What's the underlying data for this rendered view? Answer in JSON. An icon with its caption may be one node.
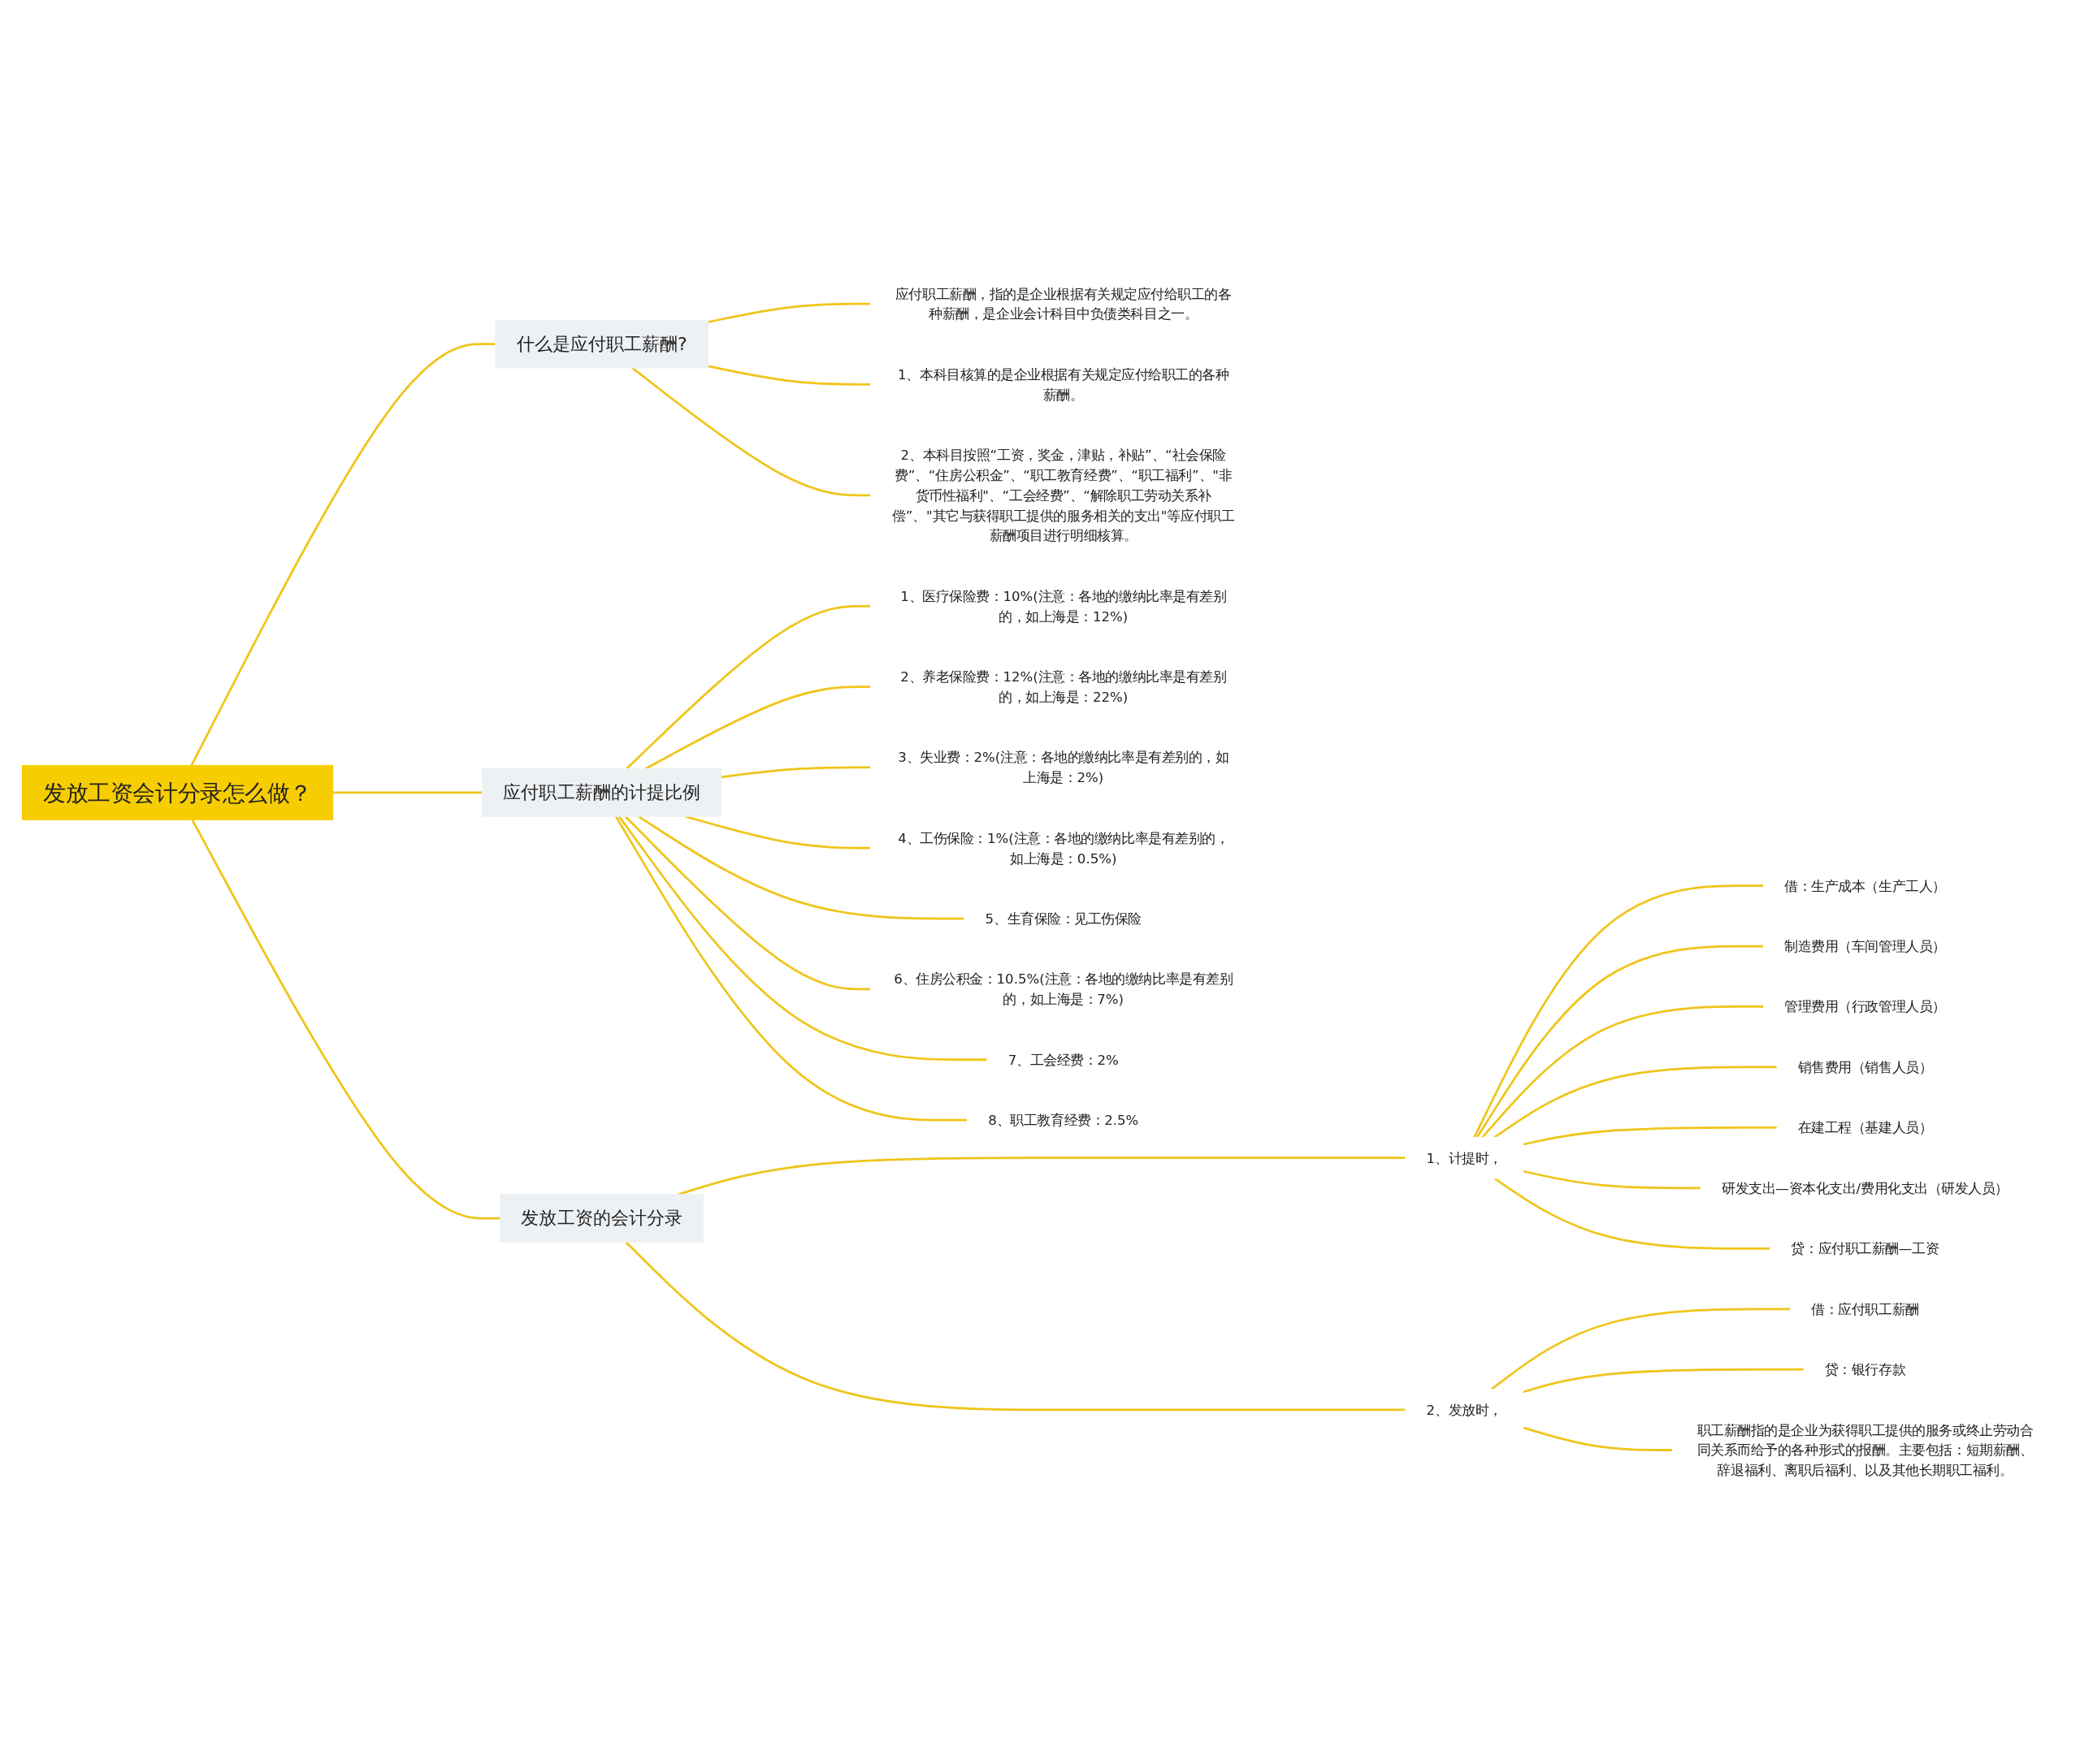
{
  "diagram": {
    "nodes": [
      {
        "text": [
          "发放工资会计分录怎么做？"
        ]
      },
      {
        "text": [
          "什么是应付职工薪酬?"
        ]
      },
      {
        "text": [
          "应付职工薪酬，指的是企业根据有关规定应付给职工的各种薪酬，是企业会计科目中负债类科目之一。"
        ]
      },
      {
        "text": [
          "1、本科目核算的是企业根据有关规定应付给职工的各种薪酬。"
        ]
      },
      {
        "text": [
          "2、本科目按照“工资，奖金，津贴，补贴”、“社会保险费”、“住房公积金”、“职工教育经费”、“职工福利”、\"非货币性福利\"、“工会经费”、“解除职工劳动关系补偿”、\"其它与获得职工提供的服务相关的支出\"等应付职工薪酬项目进行明细核算。"
        ]
      },
      {
        "text": [
          "发放工资的会计分录"
        ]
      },
      {
        "text": [
          "1、计提时，"
        ]
      },
      {
        "text": [
          "借：生产成本（生产工人）"
        ]
      },
      {
        "text": [
          "制造费用（车间管理人员）"
        ]
      },
      {
        "text": [
          "管理费用（行政管理人员）"
        ]
      },
      {
        "text": [
          "销售费用（销售人员）"
        ]
      },
      {
        "text": [
          "在建工程（基建人员）"
        ]
      },
      {
        "text": [
          "研发支出—资本化支出/费用化支出（研发人员）"
        ]
      },
      {
        "text": [
          "贷：应付职工薪酬—工资"
        ]
      },
      {
        "text": [
          "2、发放时，"
        ]
      },
      {
        "text": [
          "借：应付职工薪酬"
        ]
      },
      {
        "text": [
          "贷：银行存款"
        ]
      },
      {
        "text": [
          "职工薪酬指的是企业为获得职工提供的服务或终止劳动合同关系而给予的各种形式的报酬。主要包括：短期薪酬、辞退福利、离职后福利、以及其他长期职工福利。"
        ]
      },
      {
        "text": [
          "应付职工薪酬的计提比例"
        ]
      },
      {
        "text": [
          "1、医疗保险费：10%(注意：各地的缴纳比率是有差别的，如上海是：12%)"
        ]
      },
      {
        "text": [
          "2、养老保险费：12%(注意：各地的缴纳比率是有差别的，如上海是：22%)"
        ]
      },
      {
        "text": [
          "3、失业费：2%(注意：各地的缴纳比率是有差别的，如上海是：2%)"
        ]
      },
      {
        "text": [
          "4、工伤保险：1%(注意：各地的缴纳比率是有差别的，如上海是：0.5%)"
        ]
      },
      {
        "text": [
          "5、生育保险：见工伤保险"
        ]
      },
      {
        "text": [
          "6、住房公积金：10.5%(注意：各地的缴纳比率是有差别的，如上海是：7%)"
        ]
      },
      {
        "text": [
          "7、工会经费：2%"
        ]
      },
      {
        "text": [
          "8、职工教育经费：2.5%"
        ]
      }
    ],
    "edges": [
      {
        "from": 0,
        "to": 1,
        "arrow": "none"
      },
      {
        "from": 1,
        "to": 2,
        "arrow": "none"
      },
      {
        "from": 1,
        "to": 3,
        "arrow": "none"
      },
      {
        "from": 1,
        "to": 4,
        "arrow": "none"
      },
      {
        "from": 0,
        "to": 5,
        "arrow": "none"
      },
      {
        "from": 5,
        "to": 6,
        "arrow": "none"
      },
      {
        "from": 6,
        "to": 7,
        "arrow": "none"
      },
      {
        "from": 6,
        "to": 8,
        "arrow": "none"
      },
      {
        "from": 6,
        "to": 9,
        "arrow": "none"
      },
      {
        "from": 6,
        "to": 10,
        "arrow": "none"
      },
      {
        "from": 6,
        "to": 11,
        "arrow": "none"
      },
      {
        "from": 6,
        "to": 12,
        "arrow": "none"
      },
      {
        "from": 6,
        "to": 13,
        "arrow": "none"
      },
      {
        "from": 5,
        "to": 14,
        "arrow": "none"
      },
      {
        "from": 14,
        "to": 15,
        "arrow": "none"
      },
      {
        "from": 14,
        "to": 16,
        "arrow": "none"
      },
      {
        "from": 14,
        "to": 17,
        "arrow": "none"
      },
      {
        "from": 0,
        "to": 18,
        "arrow": "none"
      },
      {
        "from": 18,
        "to": 19,
        "arrow": "none"
      },
      {
        "from": 18,
        "to": 20,
        "arrow": "none"
      },
      {
        "from": 18,
        "to": 21,
        "arrow": "none"
      },
      {
        "from": 18,
        "to": 22,
        "arrow": "none"
      },
      {
        "from": 18,
        "to": 23,
        "arrow": "none"
      },
      {
        "from": 18,
        "to": 24,
        "arrow": "none"
      },
      {
        "from": 18,
        "to": 25,
        "arrow": "none"
      },
      {
        "from": 18,
        "to": 26,
        "arrow": "none"
      }
    ]
  }
}
